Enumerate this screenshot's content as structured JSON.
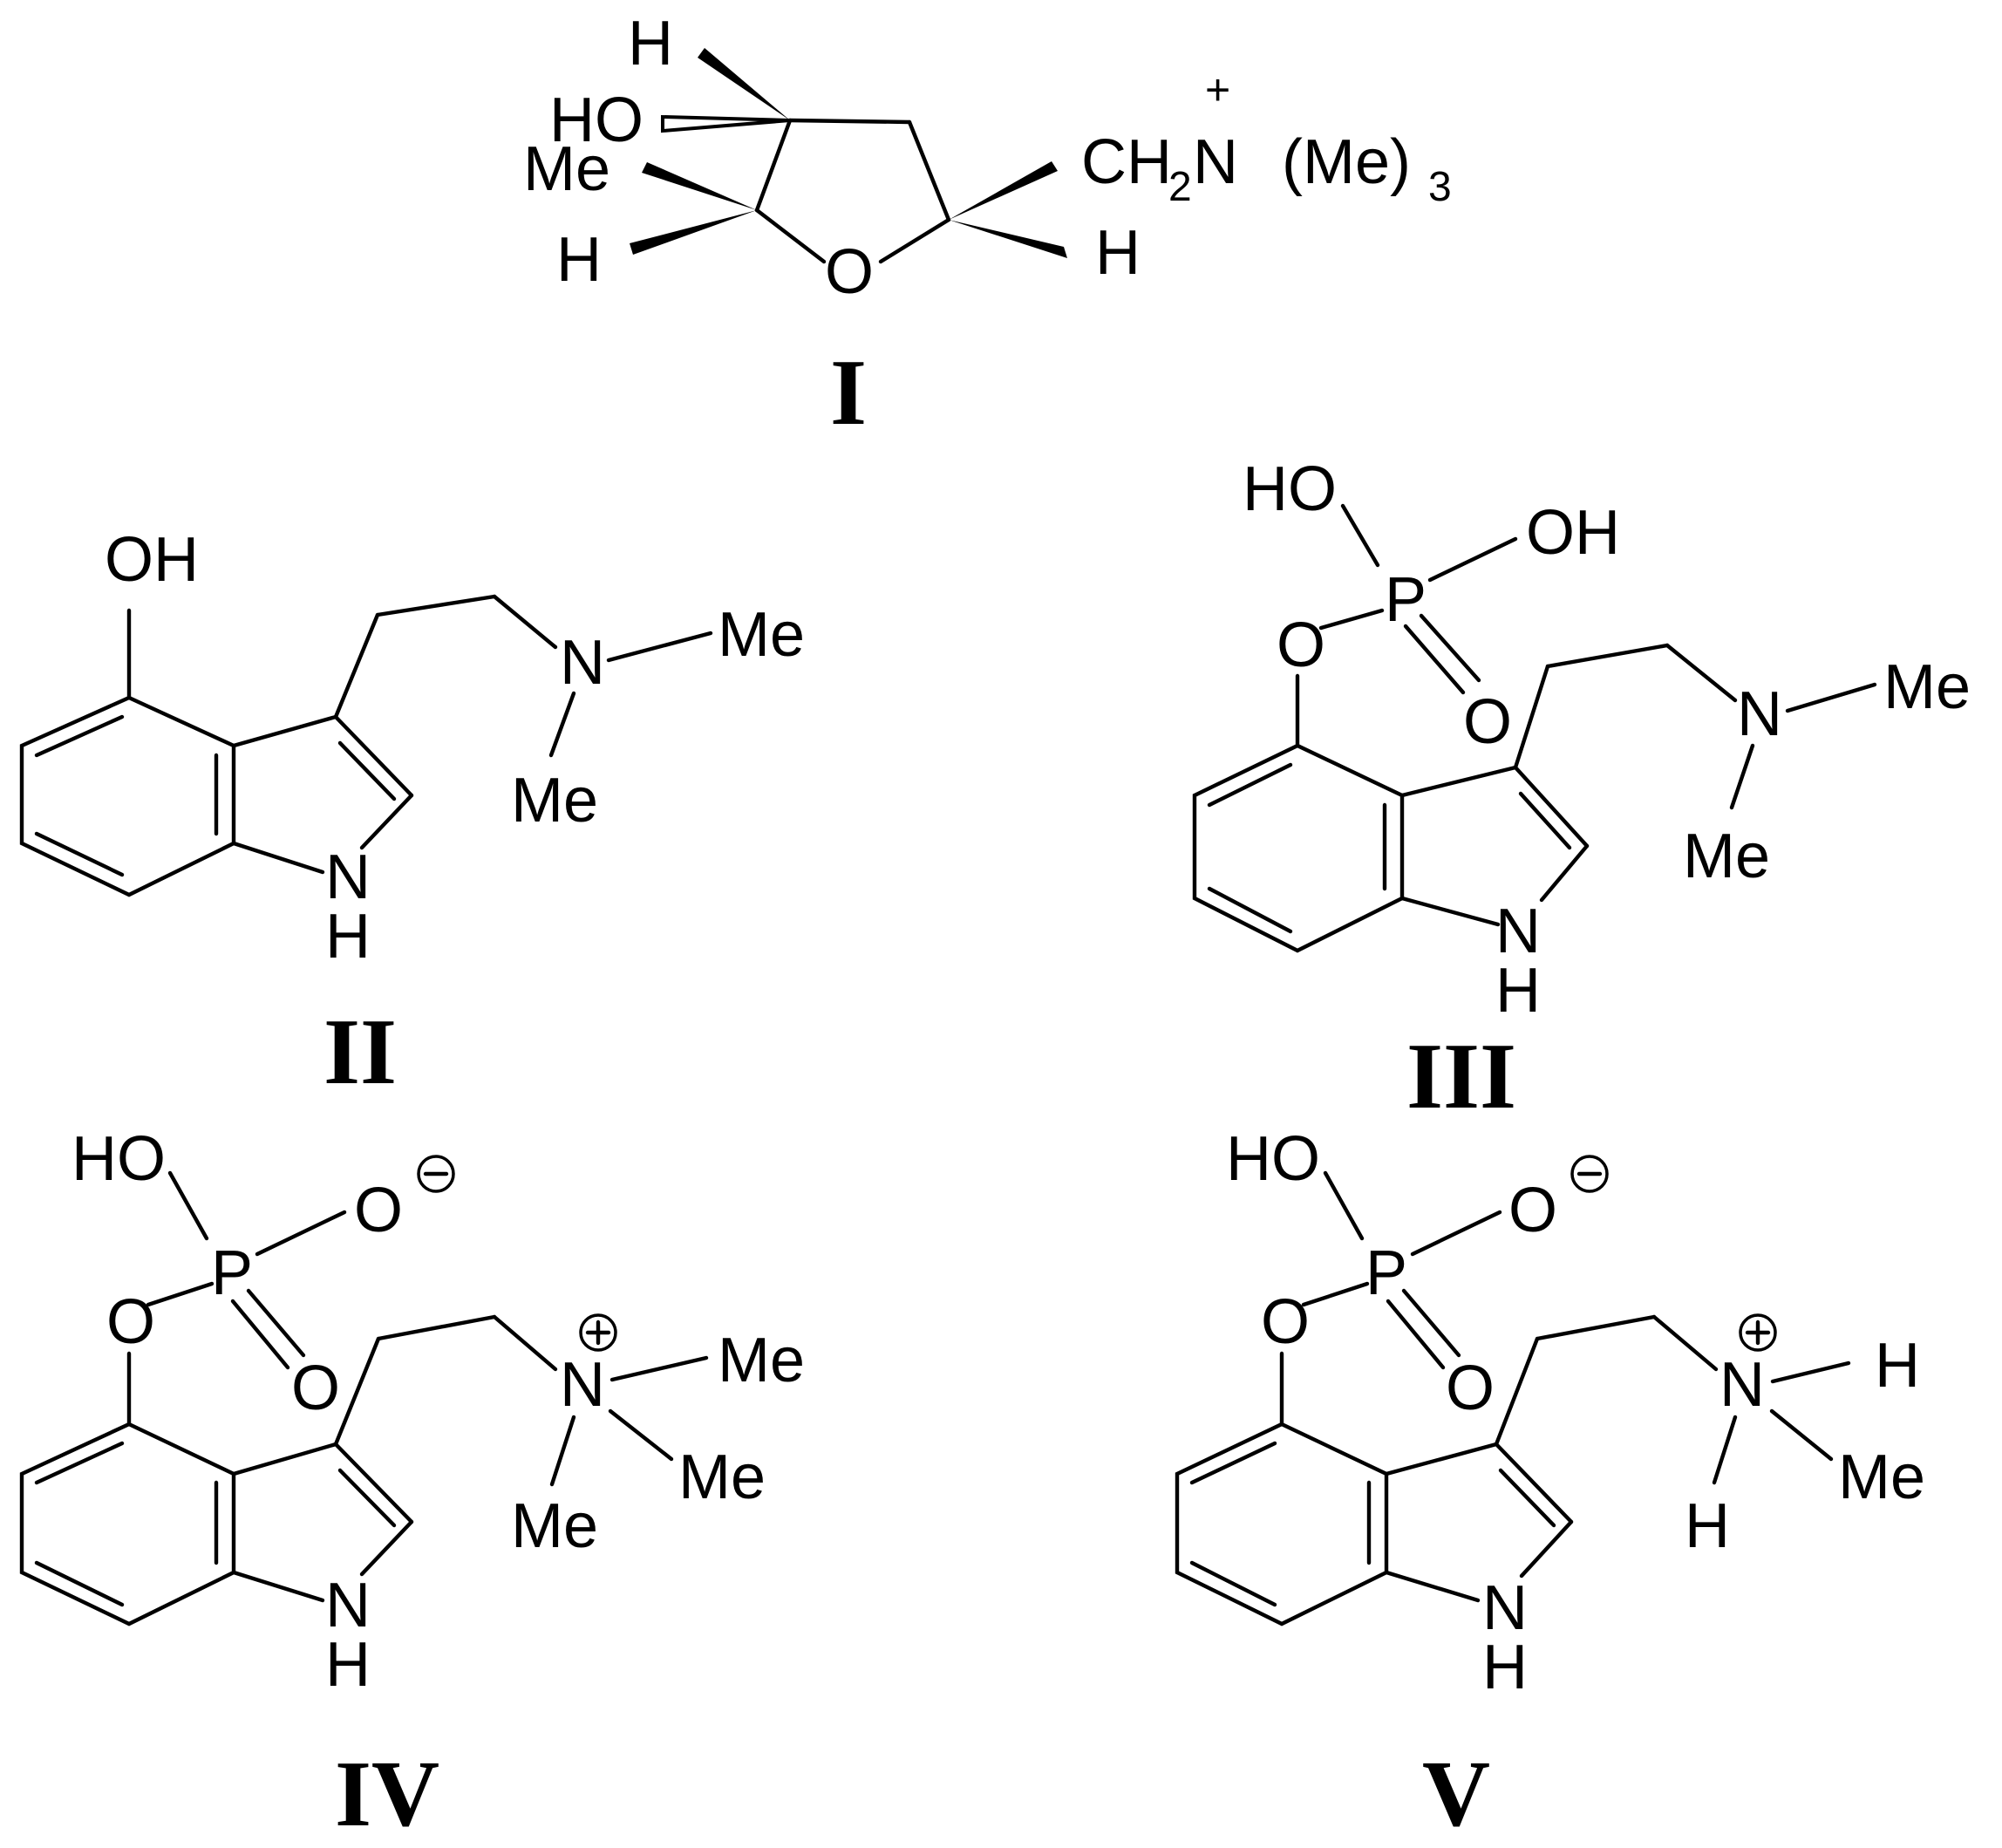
{
  "structures": [
    {
      "caption": "I",
      "labels": {
        "h_top": "H",
        "ho": "HO",
        "me": "Me",
        "h_left": "H",
        "ring_o": "O",
        "ammonium_prefix": "CH",
        "ammonium_sub": "2",
        "ammonium_n": "N",
        "ammonium_plus": "+",
        "ammonium_me": "(Me)",
        "ammonium_sub3": "3",
        "h_right": "H"
      }
    },
    {
      "caption": "II",
      "labels": {
        "oh": "OH",
        "n_amine": "N",
        "me1": "Me",
        "me2": "Me",
        "nh_n": "N",
        "nh_h": "H"
      }
    },
    {
      "caption": "III",
      "labels": {
        "ho": "HO",
        "oh": "OH",
        "p": "P",
        "o_ester": "O",
        "o_double": "O",
        "n_amine": "N",
        "me1": "Me",
        "me2": "Me",
        "nh_n": "N",
        "nh_h": "H"
      }
    },
    {
      "caption": "IV",
      "labels": {
        "ho": "HO",
        "o_minus": "O",
        "p": "P",
        "o_ester": "O",
        "o_double": "O",
        "n_plus": "N",
        "me1": "Me",
        "me2": "Me",
        "me3": "Me",
        "nh_n": "N",
        "nh_h": "H"
      }
    },
    {
      "caption": "V",
      "labels": {
        "ho": "HO",
        "o_minus": "O",
        "p": "P",
        "o_ester": "O",
        "o_double": "O",
        "n_plus": "N",
        "h1": "H",
        "me": "Me",
        "h2": "H",
        "nh_n": "N",
        "nh_h": "H"
      }
    }
  ]
}
